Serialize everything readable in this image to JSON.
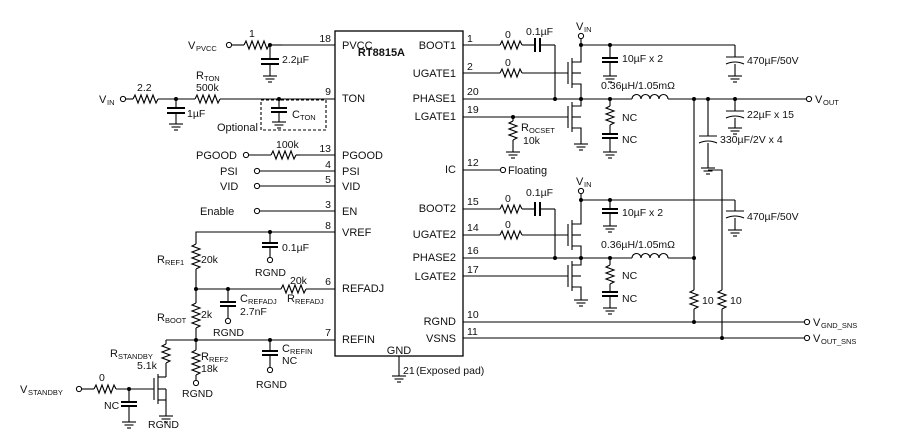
{
  "chip": {
    "name": "RT8815A",
    "left_pins": [
      {
        "num": "18",
        "name": "PVCC"
      },
      {
        "num": "9",
        "name": "TON"
      },
      {
        "num": "13",
        "name": "PGOOD"
      },
      {
        "num": "4",
        "name": "PSI"
      },
      {
        "num": "5",
        "name": "VID"
      },
      {
        "num": "3",
        "name": "EN"
      },
      {
        "num": "8",
        "name": "VREF"
      },
      {
        "num": "6",
        "name": "REFADJ"
      },
      {
        "num": "7",
        "name": "REFIN"
      }
    ],
    "right_pins": [
      {
        "num": "1",
        "name": "BOOT1"
      },
      {
        "num": "2",
        "name": "UGATE1"
      },
      {
        "num": "20",
        "name": "PHASE1"
      },
      {
        "num": "19",
        "name": "LGATE1"
      },
      {
        "num": "12",
        "name": "IC"
      },
      {
        "num": "15",
        "name": "BOOT2"
      },
      {
        "num": "14",
        "name": "UGATE2"
      },
      {
        "num": "16",
        "name": "PHASE2"
      },
      {
        "num": "17",
        "name": "LGATE2"
      },
      {
        "num": "10",
        "name": "RGND"
      },
      {
        "num": "11",
        "name": "VSNS"
      }
    ],
    "bottom_pin": {
      "name": "GND",
      "num": "21",
      "note": "(Exposed pad)"
    }
  },
  "nets": {
    "vpvcc_main": "V",
    "vpvcc_sub": "PVCC",
    "vin_main": "V",
    "vin_sub": "IN",
    "vout_main": "V",
    "vout_sub": "OUT",
    "vgnd_sns_main": "V",
    "vgnd_sns_sub": "GND_SNS",
    "vout_sns_main": "V",
    "vout_sns_sub": "OUT_SNS",
    "vstandby_main": "V",
    "vstandby_sub": "STANDBY",
    "pgood": "PGOOD",
    "psi": "PSI",
    "vid": "VID",
    "enable": "Enable",
    "floating": "Floating",
    "rgnd": "RGND",
    "nc": "NC",
    "optional": "Optional"
  },
  "components": {
    "r_pvcc": "1",
    "c_pvcc": "2.2µF",
    "r_vin": "2.2",
    "r_ton_main": "R",
    "r_ton_sub": "TON",
    "r_ton_value": "500k",
    "c_vin": "1µF",
    "c_ton_main": "C",
    "c_ton_sub": "TON",
    "r_pgood": "100k",
    "c_vref": "0.1µF",
    "r_ref1_main": "R",
    "r_ref1_sub": "REF1",
    "r_ref1_value": "20k",
    "r_refadj_value": "20k",
    "r_refadj_main": "R",
    "r_refadj_sub": "REFADJ",
    "c_refadj_main": "C",
    "c_refadj_sub": "REFADJ",
    "c_refadj_value": "2.7nF",
    "r_boot_main": "R",
    "r_boot_sub": "BOOT",
    "r_boot_value": "2k",
    "r_standby_main": "R",
    "r_standby_sub": "STANDBY",
    "r_standby_value": "5.1k",
    "r_ref2_main": "R",
    "r_ref2_sub": "REF2",
    "r_ref2_value": "18k",
    "c_refin_main": "C",
    "c_refin_sub": "REFIN",
    "r_standby_series": "0",
    "r_boot1": "0",
    "c_boot1": "0.1µF",
    "r_ugate1": "0",
    "c_in1": "10µF x 2",
    "c_bulk1": "470µF/50V",
    "l1": "0.36µH/1.05mΩ",
    "r_ocset_main": "R",
    "r_ocset_sub": "OCSET",
    "r_ocset_value": "10k",
    "c_out1": "22µF x 15",
    "c_out2": "330µF/2V x 4",
    "r_boot2": "0",
    "c_boot2": "0.1µF",
    "r_ugate2": "0",
    "c_in2": "10µF x 2",
    "c_bulk2": "470µF/50V",
    "l2": "0.36µH/1.05mΩ",
    "r_sns1": "10",
    "r_sns2": "10"
  }
}
